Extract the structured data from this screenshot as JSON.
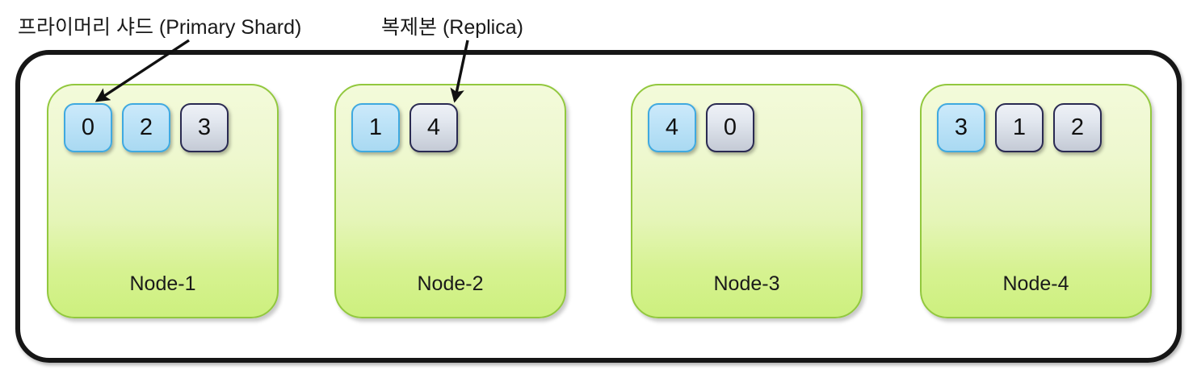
{
  "diagram": {
    "title_annotations": {
      "primary": "프라이머리 샤드 (Primary Shard)",
      "replica": "복제본 (Replica)"
    },
    "colors": {
      "primary_shard_fill": "#bfe4f8",
      "primary_shard_border": "#3fa9e0",
      "replica_shard_fill": "#e2e7ef",
      "replica_shard_border": "#2a2a52",
      "node_fill": "#e5f5b8",
      "node_border": "#92c83e",
      "cluster_border": "#161616",
      "background": "#ffffff"
    },
    "nodes": [
      {
        "label": "Node-1",
        "shards": [
          {
            "id": "0",
            "type": "primary"
          },
          {
            "id": "2",
            "type": "primary"
          },
          {
            "id": "3",
            "type": "replica"
          }
        ]
      },
      {
        "label": "Node-2",
        "shards": [
          {
            "id": "1",
            "type": "primary"
          },
          {
            "id": "4",
            "type": "replica"
          }
        ]
      },
      {
        "label": "Node-3",
        "shards": [
          {
            "id": "4",
            "type": "primary"
          },
          {
            "id": "0",
            "type": "replica"
          }
        ]
      },
      {
        "label": "Node-4",
        "shards": [
          {
            "id": "3",
            "type": "primary"
          },
          {
            "id": "1",
            "type": "replica"
          },
          {
            "id": "2",
            "type": "replica"
          }
        ]
      }
    ]
  }
}
